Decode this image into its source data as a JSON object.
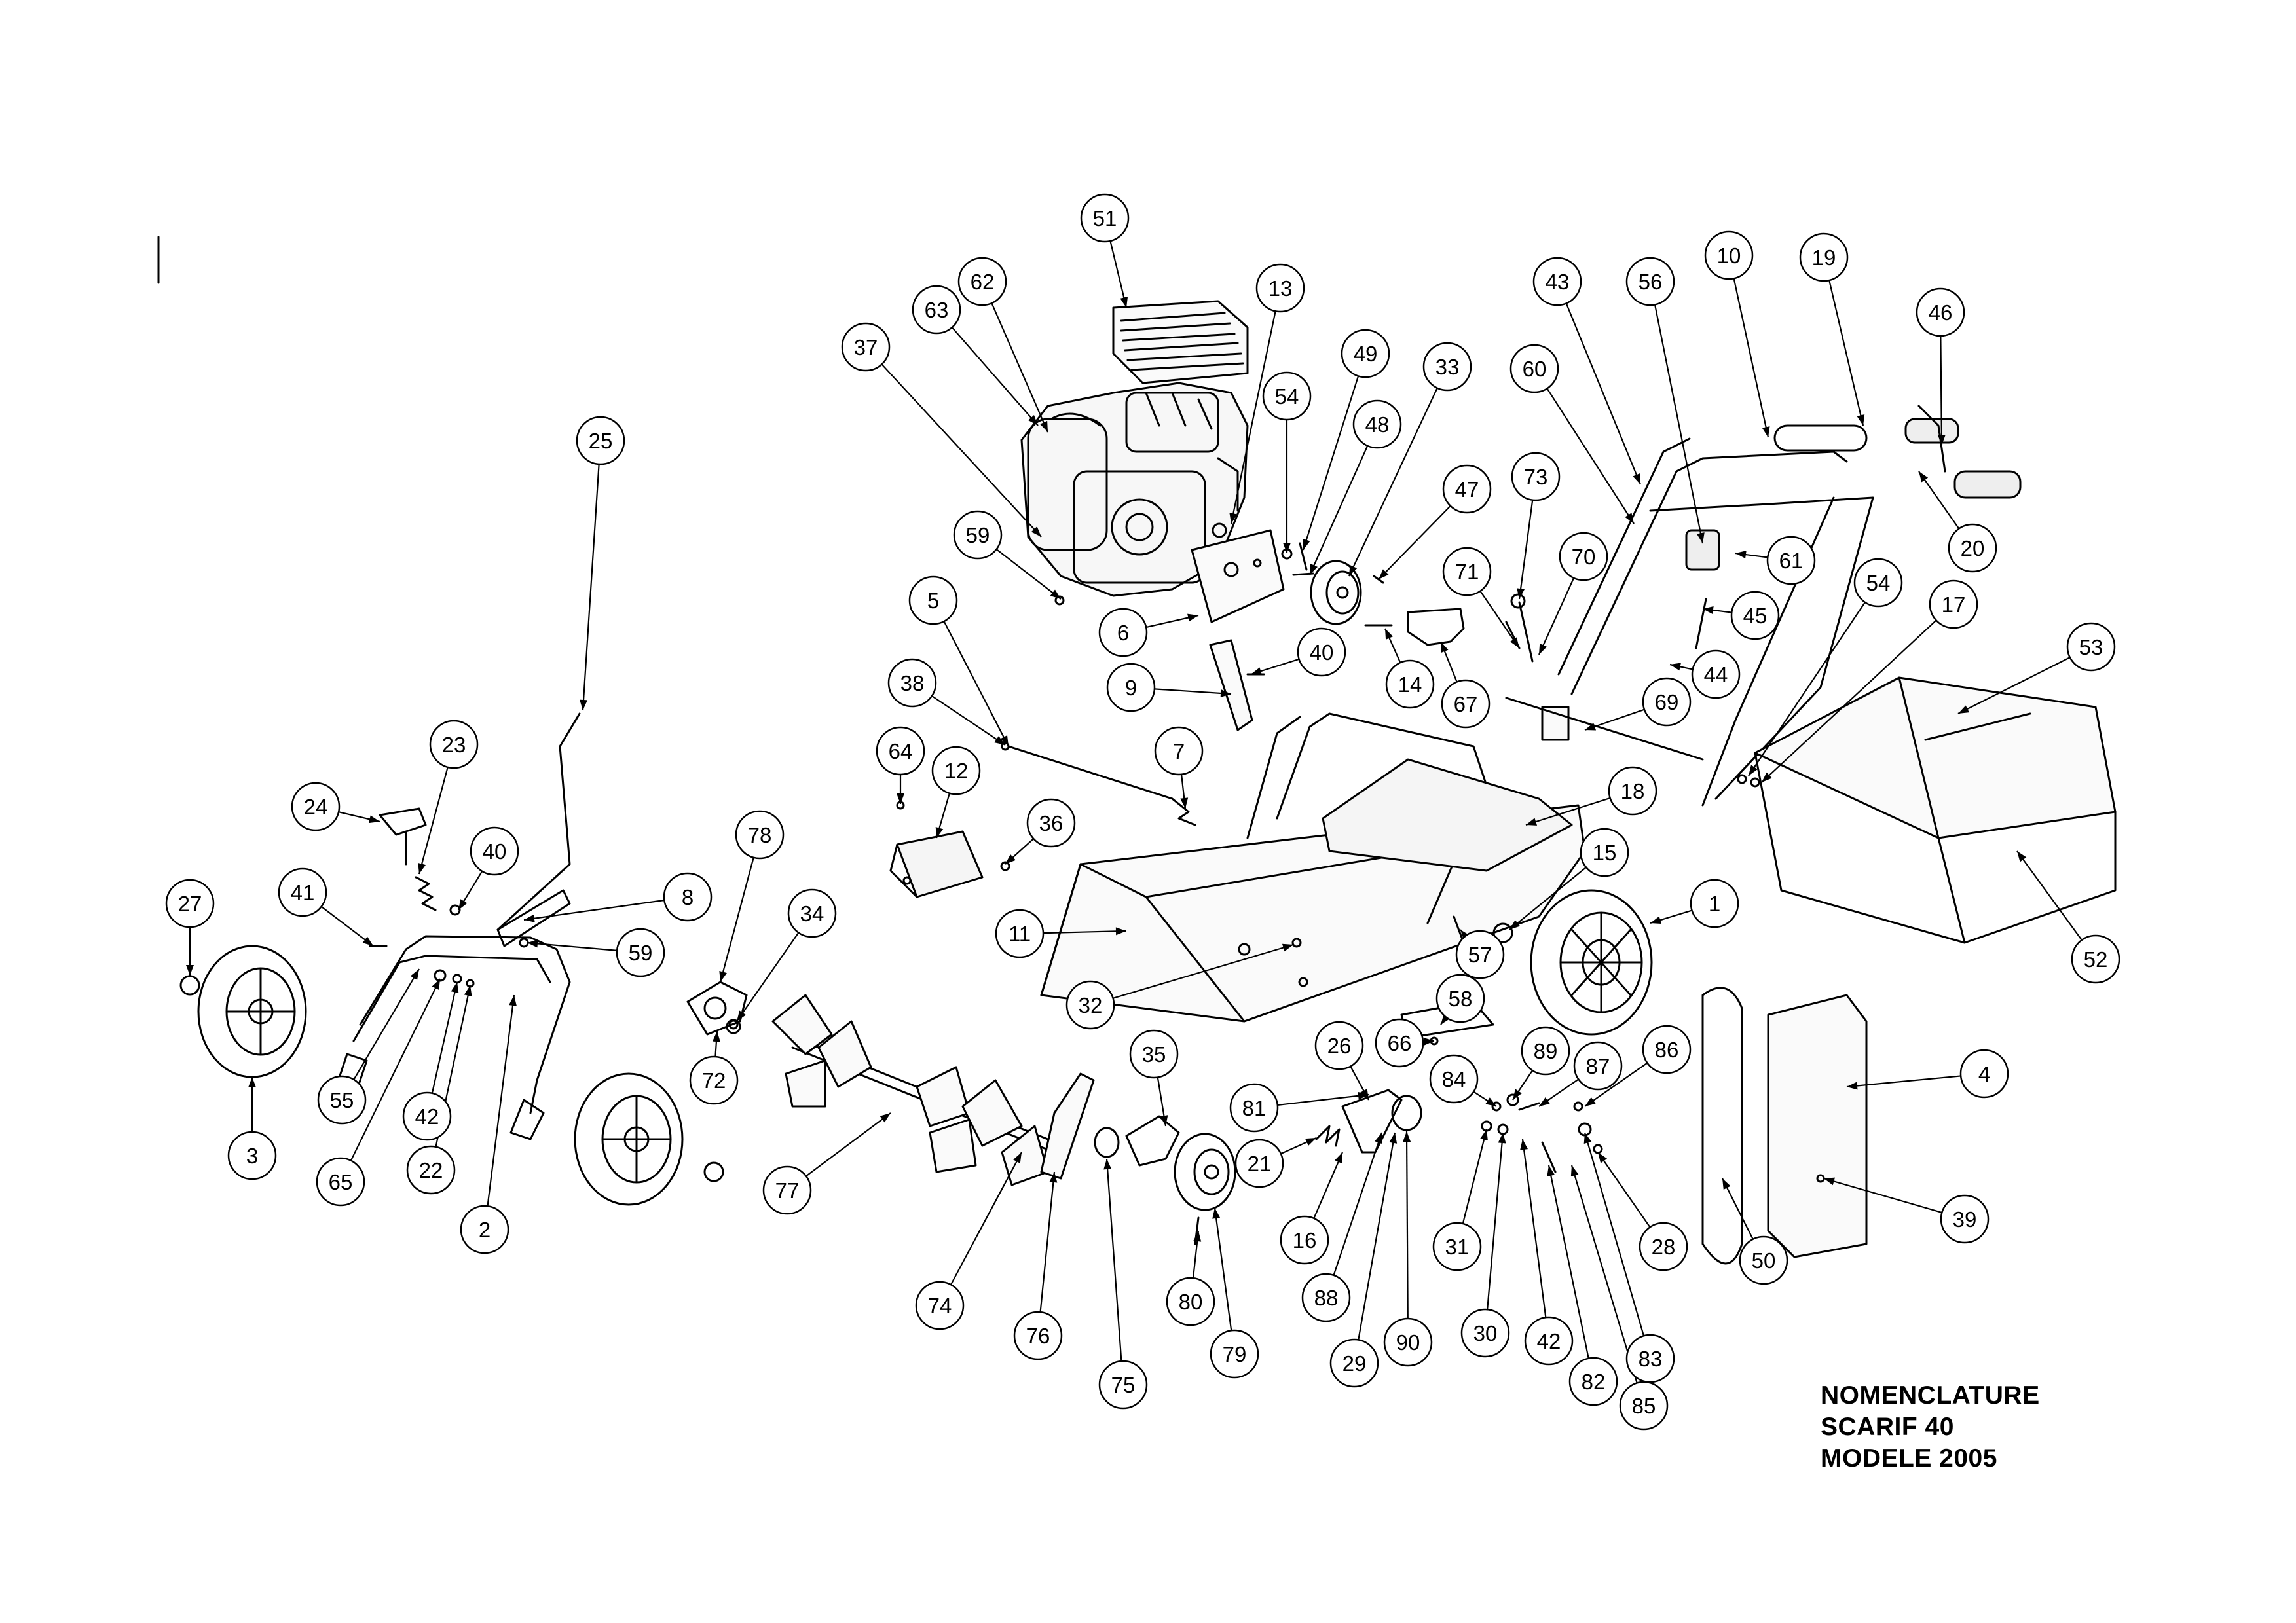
{
  "title_block": {
    "line1": "NOMENCLATURE",
    "line2": "SCARIF 40",
    "line3": "MODELE 2005"
  },
  "callouts": [
    {
      "label": "51"
    },
    {
      "label": "13"
    },
    {
      "label": "62"
    },
    {
      "label": "63"
    },
    {
      "label": "37"
    },
    {
      "label": "49"
    },
    {
      "label": "33"
    },
    {
      "label": "54"
    },
    {
      "label": "48"
    },
    {
      "label": "47"
    },
    {
      "label": "43"
    },
    {
      "label": "56"
    },
    {
      "label": "10"
    },
    {
      "label": "19"
    },
    {
      "label": "46"
    },
    {
      "label": "60"
    },
    {
      "label": "73"
    },
    {
      "label": "70"
    },
    {
      "label": "71"
    },
    {
      "label": "61"
    },
    {
      "label": "45"
    },
    {
      "label": "20"
    },
    {
      "label": "54"
    },
    {
      "label": "17"
    },
    {
      "label": "44"
    },
    {
      "label": "53"
    },
    {
      "label": "25"
    },
    {
      "label": "59"
    },
    {
      "label": "5"
    },
    {
      "label": "6"
    },
    {
      "label": "40"
    },
    {
      "label": "9"
    },
    {
      "label": "14"
    },
    {
      "label": "67"
    },
    {
      "label": "69"
    },
    {
      "label": "38"
    },
    {
      "label": "64"
    },
    {
      "label": "12"
    },
    {
      "label": "7"
    },
    {
      "label": "23"
    },
    {
      "label": "24"
    },
    {
      "label": "40"
    },
    {
      "label": "36"
    },
    {
      "label": "18"
    },
    {
      "label": "78"
    },
    {
      "label": "8"
    },
    {
      "label": "27"
    },
    {
      "label": "41"
    },
    {
      "label": "59"
    },
    {
      "label": "34"
    },
    {
      "label": "15"
    },
    {
      "label": "11"
    },
    {
      "label": "57"
    },
    {
      "label": "1"
    },
    {
      "label": "52"
    },
    {
      "label": "32"
    },
    {
      "label": "58"
    },
    {
      "label": "72"
    },
    {
      "label": "66"
    },
    {
      "label": "35"
    },
    {
      "label": "89"
    },
    {
      "label": "26"
    },
    {
      "label": "84"
    },
    {
      "label": "87"
    },
    {
      "label": "86"
    },
    {
      "label": "4"
    },
    {
      "label": "55"
    },
    {
      "label": "3"
    },
    {
      "label": "81"
    },
    {
      "label": "42"
    },
    {
      "label": "77"
    },
    {
      "label": "21"
    },
    {
      "label": "65"
    },
    {
      "label": "22"
    },
    {
      "label": "2"
    },
    {
      "label": "16"
    },
    {
      "label": "31"
    },
    {
      "label": "28"
    },
    {
      "label": "39"
    },
    {
      "label": "50"
    },
    {
      "label": "80"
    },
    {
      "label": "88"
    },
    {
      "label": "74"
    },
    {
      "label": "76"
    },
    {
      "label": "30"
    },
    {
      "label": "83"
    },
    {
      "label": "79"
    },
    {
      "label": "29"
    },
    {
      "label": "90"
    },
    {
      "label": "42"
    },
    {
      "label": "75"
    },
    {
      "label": "82"
    },
    {
      "label": "85"
    }
  ]
}
